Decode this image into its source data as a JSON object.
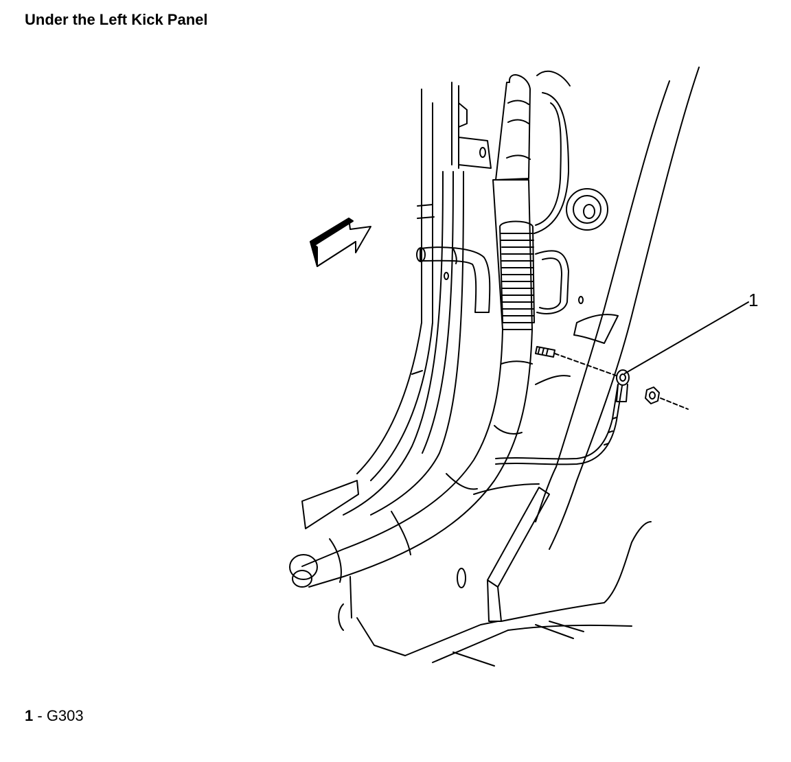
{
  "title": "Under the Left Kick Panel",
  "callout": {
    "number": "1"
  },
  "legend": [
    {
      "number": "1",
      "separator": " - ",
      "label": "G303"
    }
  ],
  "icons": {
    "direction_arrow": "front-direction-arrow-icon"
  }
}
